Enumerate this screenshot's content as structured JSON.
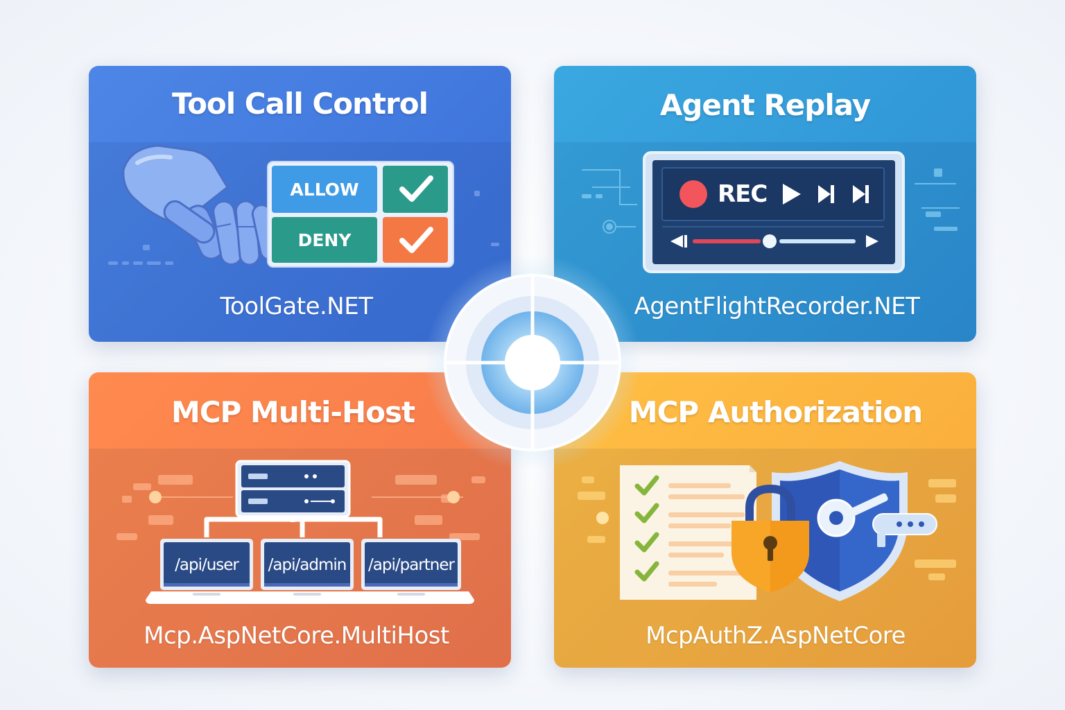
{
  "cards": {
    "tool_call_control": {
      "title": "Tool Call Control",
      "subtitle": "ToolGate.NET",
      "allow_label": "ALLOW",
      "deny_label": "DENY",
      "icons": [
        "robot-hand-icon",
        "allow-check-icon",
        "deny-check-icon"
      ]
    },
    "agent_replay": {
      "title": "Agent Replay",
      "subtitle": "AgentFlightRecorder.NET",
      "rec_label": "REC",
      "icons": [
        "record-dot-icon",
        "play-icon",
        "skip-icon",
        "skip-end-icon",
        "rewind-icon",
        "forward-icon"
      ]
    },
    "mcp_multi_host": {
      "title": "MCP Multi-Host",
      "subtitle": "Mcp.AspNetCore.MultiHost",
      "routes": [
        "/api/user",
        "/api/admin",
        "/api/partner"
      ],
      "icons": [
        "server-icon",
        "laptop-icon"
      ]
    },
    "mcp_authorization": {
      "title": "MCP Authorization",
      "subtitle": "McpAuthZ.AspNetCore",
      "icons": [
        "checklist-icon",
        "padlock-icon",
        "shield-icon",
        "key-icon"
      ]
    }
  },
  "colors": {
    "tool": "#4677e0",
    "replay": "#35a0dc",
    "multi": "#fa8149",
    "auth": "#fcb23f",
    "allow": "#3f9be6",
    "check_green": "#2a9a8a",
    "check_orange": "#f37843",
    "rec_red": "#f2555c"
  }
}
